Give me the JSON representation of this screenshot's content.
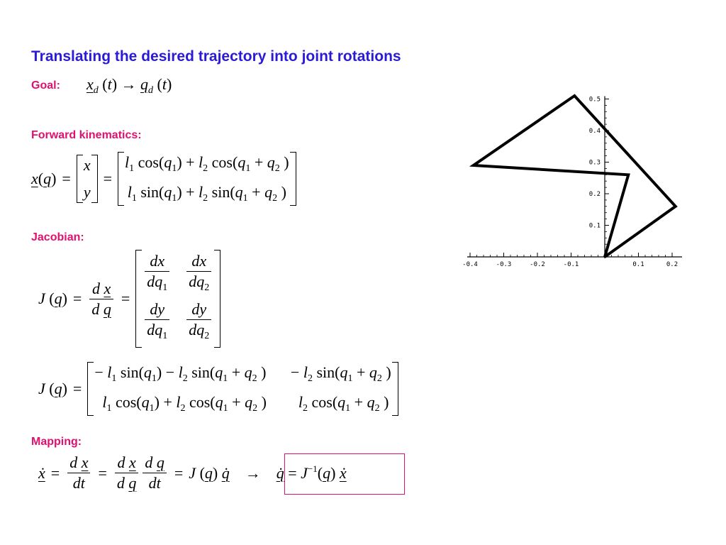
{
  "title": "Translating the desired trajectory into joint rotations",
  "labels": {
    "goal": "Goal:",
    "forward": "Forward kinematics:",
    "jacobian": "Jacobian:",
    "mapping": "Mapping:"
  },
  "colors": {
    "title": "#2b1bd6",
    "labels": "#e0106f",
    "box": "#e0106f"
  },
  "chart_data": {
    "type": "line",
    "xlim": [
      -0.4,
      0.2
    ],
    "ylim": [
      0,
      0.5
    ],
    "x_ticks": [
      "-0.4",
      "-0.3",
      "-0.2",
      "-0.1",
      "0.1",
      "0.2"
    ],
    "x_tick_values": [
      -0.4,
      -0.3,
      -0.2,
      -0.1,
      0.1,
      0.2
    ],
    "y_ticks": [
      "0.1",
      "0.2",
      "0.3",
      "0.4",
      "0.5"
    ],
    "y_tick_values": [
      0.1,
      0.2,
      0.3,
      0.4,
      0.5
    ],
    "series": [
      {
        "style": "solid",
        "points": [
          [
            0,
            0
          ],
          [
            0.21,
            0.16
          ],
          [
            -0.09,
            0.51
          ],
          [
            -0.39,
            0.29
          ],
          [
            0.07,
            0.26
          ],
          [
            0,
            0
          ]
        ]
      },
      {
        "style": "dotted",
        "points": [
          [
            -0.39,
            0.29
          ],
          [
            -0.09,
            0.51
          ]
        ]
      }
    ]
  }
}
